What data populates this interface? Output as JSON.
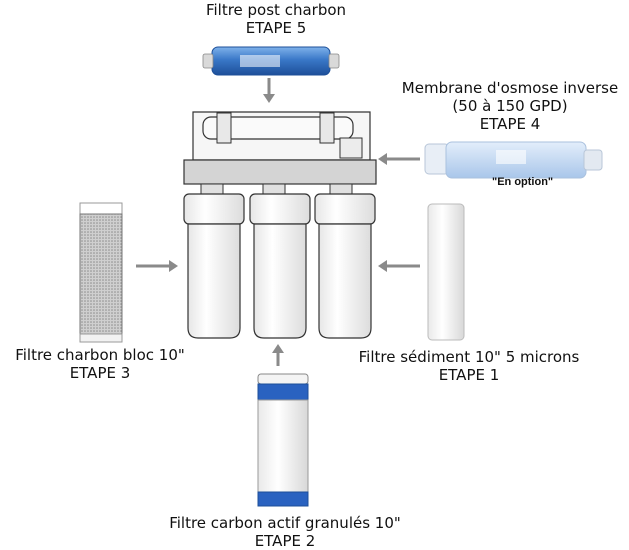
{
  "stage5": {
    "line1": "Filtre post charbon",
    "line2": "ETAPE 5"
  },
  "stage4": {
    "line1": "Membrane d'osmose inverse",
    "line2": "(50 à 150 GPD)",
    "line3": "ETAPE 4",
    "note": "\"En option\""
  },
  "stage3": {
    "line1": "Filtre charbon bloc 10\"",
    "line2": "ETAPE 3"
  },
  "stage1": {
    "line1": "Filtre sédiment 10\" 5 microns",
    "line2": "ETAPE 1"
  },
  "stage2": {
    "line1": "Filtre carbon actif granulés 10\"",
    "line2": "ETAPE 2"
  },
  "colors": {
    "arrow": "#8a8a8a",
    "housing": "#f4f4f4",
    "outline": "#333333",
    "inline_blue": "#3a78c8",
    "membrane_blue": "#cfe0f4",
    "gac_blue": "#2a62c0"
  },
  "icons": [
    "arrow-down-icon",
    "arrow-left-icon",
    "arrow-right-icon",
    "arrow-up-icon"
  ]
}
